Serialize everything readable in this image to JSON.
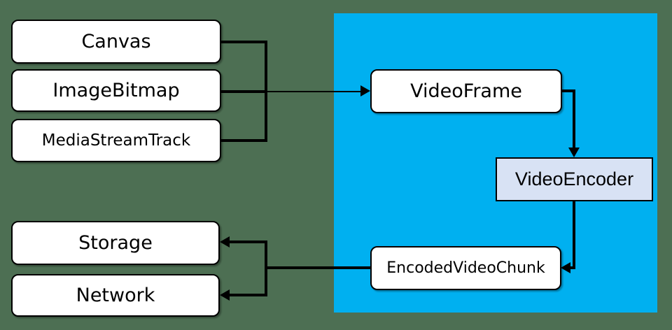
{
  "diagram": {
    "title": "video encoding pipeline diagram",
    "colors": {
      "background": "#4d6f53",
      "pipeline_region": "#00b0f0",
      "node_fill": "#ffffff",
      "encoder_node_fill": "#d8e2f4",
      "line": "#000000"
    },
    "nodes": {
      "canvas": {
        "label": "Canvas"
      },
      "image_bitmap": {
        "label": "ImageBitmap"
      },
      "media_stream_track": {
        "label": "MediaStreamTrack"
      },
      "video_frame": {
        "label": "VideoFrame"
      },
      "video_encoder": {
        "label": "VideoEncoder"
      },
      "encoded_video_chunk": {
        "label": "EncodedVideoChunk"
      },
      "storage": {
        "label": "Storage"
      },
      "network": {
        "label": "Network"
      }
    },
    "edges": [
      {
        "from": "Canvas",
        "to": "VideoFrame"
      },
      {
        "from": "ImageBitmap",
        "to": "VideoFrame"
      },
      {
        "from": "MediaStreamTrack",
        "to": "VideoFrame"
      },
      {
        "from": "VideoFrame",
        "to": "VideoEncoder"
      },
      {
        "from": "VideoEncoder",
        "to": "EncodedVideoChunk"
      },
      {
        "from": "EncodedVideoChunk",
        "to": "Storage"
      },
      {
        "from": "EncodedVideoChunk",
        "to": "Network"
      }
    ]
  }
}
